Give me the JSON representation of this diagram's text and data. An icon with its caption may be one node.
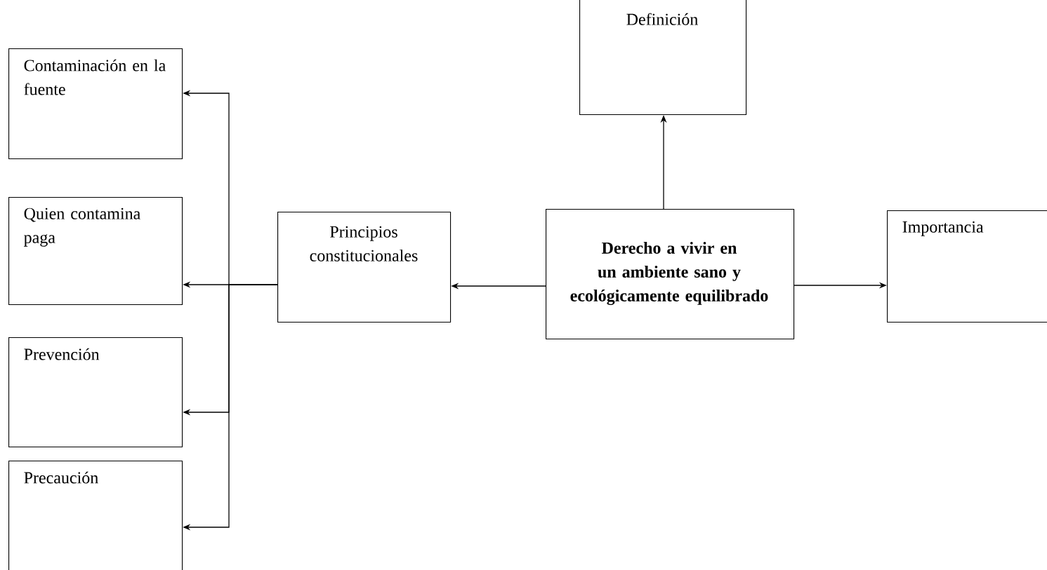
{
  "diagram": {
    "nodes": [
      {
        "text": [
          "Contaminación en la fuente"
        ]
      },
      {
        "text": [
          "Quien contamina paga"
        ]
      },
      {
        "text": [
          "Prevención"
        ]
      },
      {
        "text": [
          "Precaución"
        ]
      },
      {
        "text": [
          "Principios constitucionales"
        ]
      },
      {
        "text": [
          "Derecho a vivir en un ambiente sano y ecológicamente equilibrado"
        ]
      },
      {
        "text": [
          "Definición"
        ]
      },
      {
        "text": [
          "Importancia"
        ]
      }
    ],
    "edges": [
      {
        "from": 5,
        "to": 4,
        "arrow": "to"
      },
      {
        "from": 5,
        "to": 6,
        "arrow": "to"
      },
      {
        "from": 5,
        "to": 7,
        "arrow": "to"
      },
      {
        "from": 4,
        "to": 0,
        "arrow": "to"
      },
      {
        "from": 4,
        "to": 1,
        "arrow": "to"
      },
      {
        "from": 4,
        "to": 2,
        "arrow": "to"
      },
      {
        "from": 4,
        "to": 3,
        "arrow": "to"
      }
    ]
  }
}
